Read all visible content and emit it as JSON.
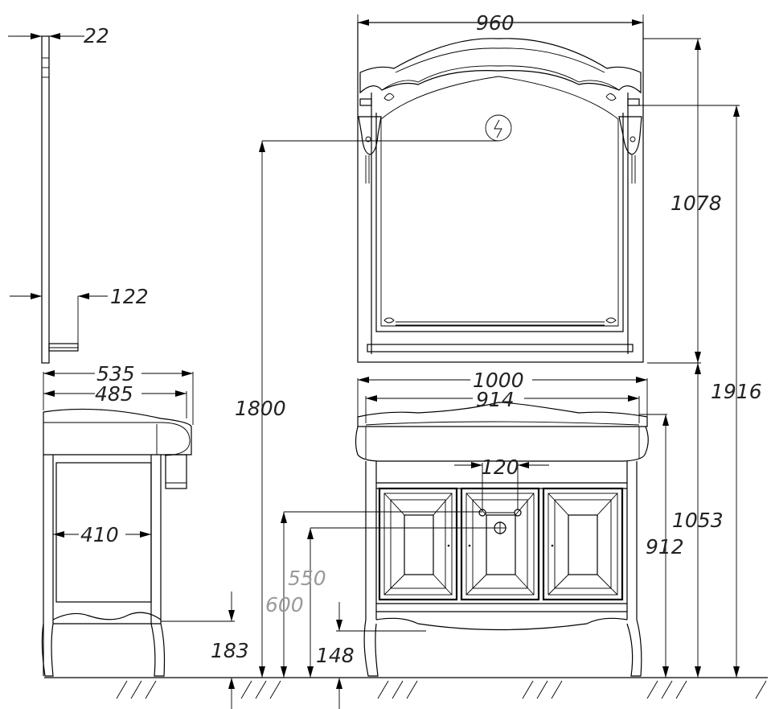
{
  "dimensions": {
    "mirror_width": "960",
    "mirror_depth": "22",
    "mirror_shelf_depth": "122",
    "mirror_height": "1078",
    "total_height": "1916",
    "socket_height": "1800",
    "cabinet_depth_outer": "535",
    "cabinet_depth_inner": "485",
    "cabinet_inner_depth": "410",
    "leg_gap_side": "183",
    "cabinet_width_outer": "1000",
    "cabinet_width_inner": "914",
    "water_spacing": "120",
    "cabinet_height_top": "1053",
    "cabinet_height": "912",
    "drain_height": "550",
    "supply_height": "600",
    "leg_gap_front": "148"
  }
}
